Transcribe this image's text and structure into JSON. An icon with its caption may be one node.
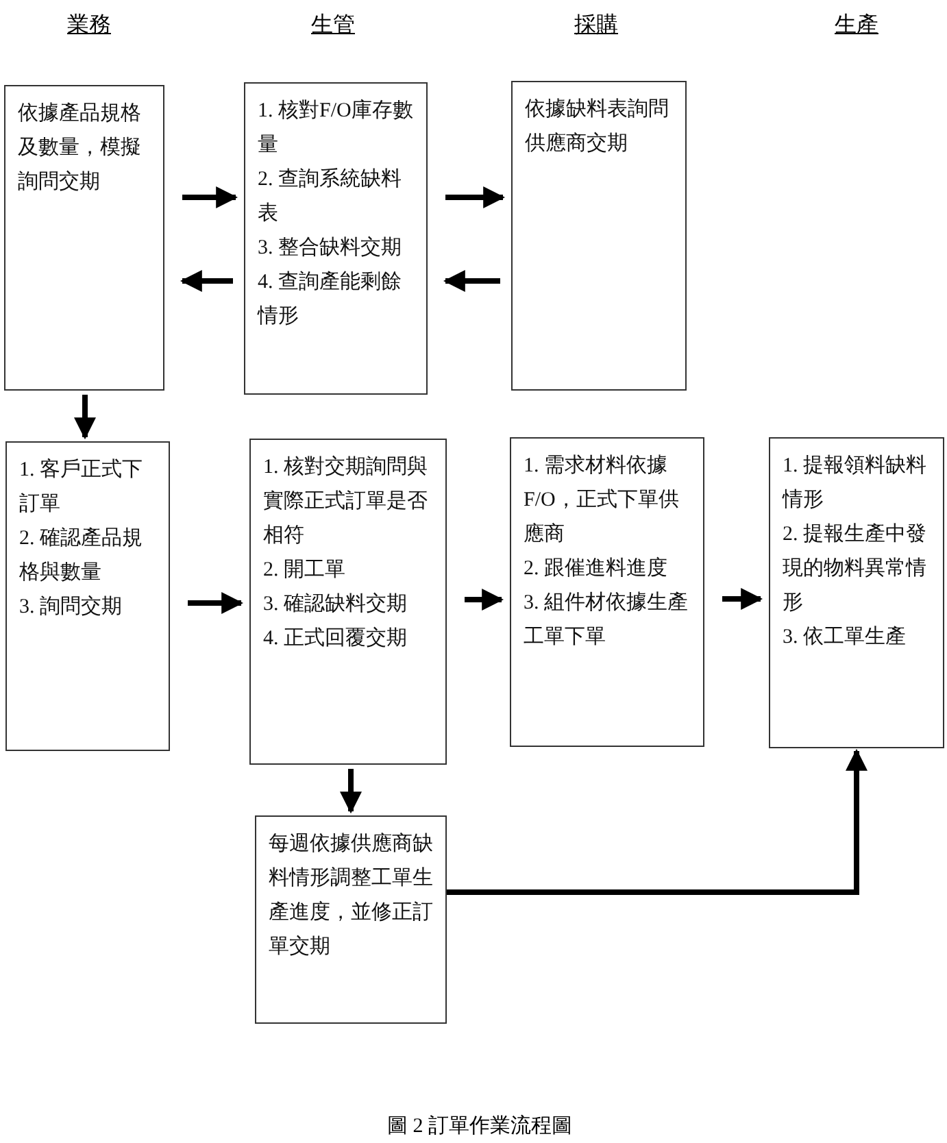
{
  "diagram": {
    "caption": "圖 2 訂單作業流程圖",
    "nodes": [
      {
        "text": [
          "依據產品規格及數量，模擬詢問交期"
        ]
      },
      {
        "text": [
          "1. 核對F/O庫存數量",
          "2. 查詢系統缺料表",
          "3. 整合缺料交期",
          "4. 查詢產能剩餘情形"
        ]
      },
      {
        "text": [
          "依據缺料表詢問供應商交期"
        ]
      },
      {
        "text": [
          "1. 客戶正式下訂單",
          "2. 確認產品規格與數量",
          "3. 詢問交期"
        ]
      },
      {
        "text": [
          "1. 核對交期詢問與實際正式訂單是否相符",
          "2. 開工單",
          "3. 確認缺料交期",
          "4. 正式回覆交期"
        ]
      },
      {
        "text": [
          "1. 需求材料依據F/O，正式下單供應商",
          "2. 跟催進料進度",
          "3. 組件材依據生產工單下單"
        ]
      },
      {
        "text": [
          "1. 提報領料缺料情形",
          "2. 提報生產中發現的物料異常情形",
          "3. 依工單生產"
        ]
      },
      {
        "text": [
          "每週依據供應商缺料情形調整工單生產進度，並修正訂單交期"
        ]
      }
    ],
    "edges": [
      {
        "from": 0,
        "to": 1,
        "arrow": "to"
      },
      {
        "from": 1,
        "to": 0,
        "arrow": "to"
      },
      {
        "from": 1,
        "to": 2,
        "arrow": "to"
      },
      {
        "from": 2,
        "to": 1,
        "arrow": "to"
      },
      {
        "from": 0,
        "to": 3,
        "arrow": "to"
      },
      {
        "from": 3,
        "to": 4,
        "arrow": "to"
      },
      {
        "from": 4,
        "to": 5,
        "arrow": "to"
      },
      {
        "from": 5,
        "to": 6,
        "arrow": "to"
      },
      {
        "from": 4,
        "to": 7,
        "arrow": "to"
      },
      {
        "from": 7,
        "to": 6,
        "arrow": "to"
      }
    ],
    "labels": [
      "業務",
      "生管",
      "採購",
      "生產"
    ]
  }
}
